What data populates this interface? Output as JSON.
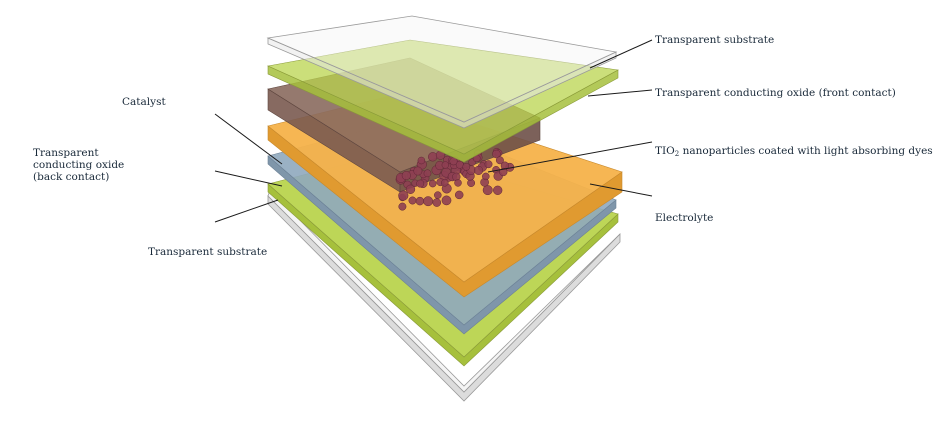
{
  "labels": {
    "substrate_top": "Transparent substrate",
    "tco_front": "Transparent conducting oxide (front contact)",
    "tio2_pre": "TIO",
    "tio2_sub": "2",
    "tio2_post": " nanoparticles coated with light absorbing dyes",
    "electrolyte": "Electrolyte",
    "catalyst": "Catalyst",
    "tco_back_line1": "Transparent",
    "tco_back_line2": "conducting oxide",
    "tco_back_line3": "(back contact)",
    "substrate_bottom": "Transparent substrate"
  },
  "colors": {
    "substrate": "#eeeeee",
    "tco": "#b9d44e",
    "dye_layer": "#8a6a5e",
    "tio2_particle": "#8e3f52",
    "electrolyte": "#f6b24a",
    "catalyst": "#8fa8be",
    "leader_line": "#1a1a1a"
  }
}
